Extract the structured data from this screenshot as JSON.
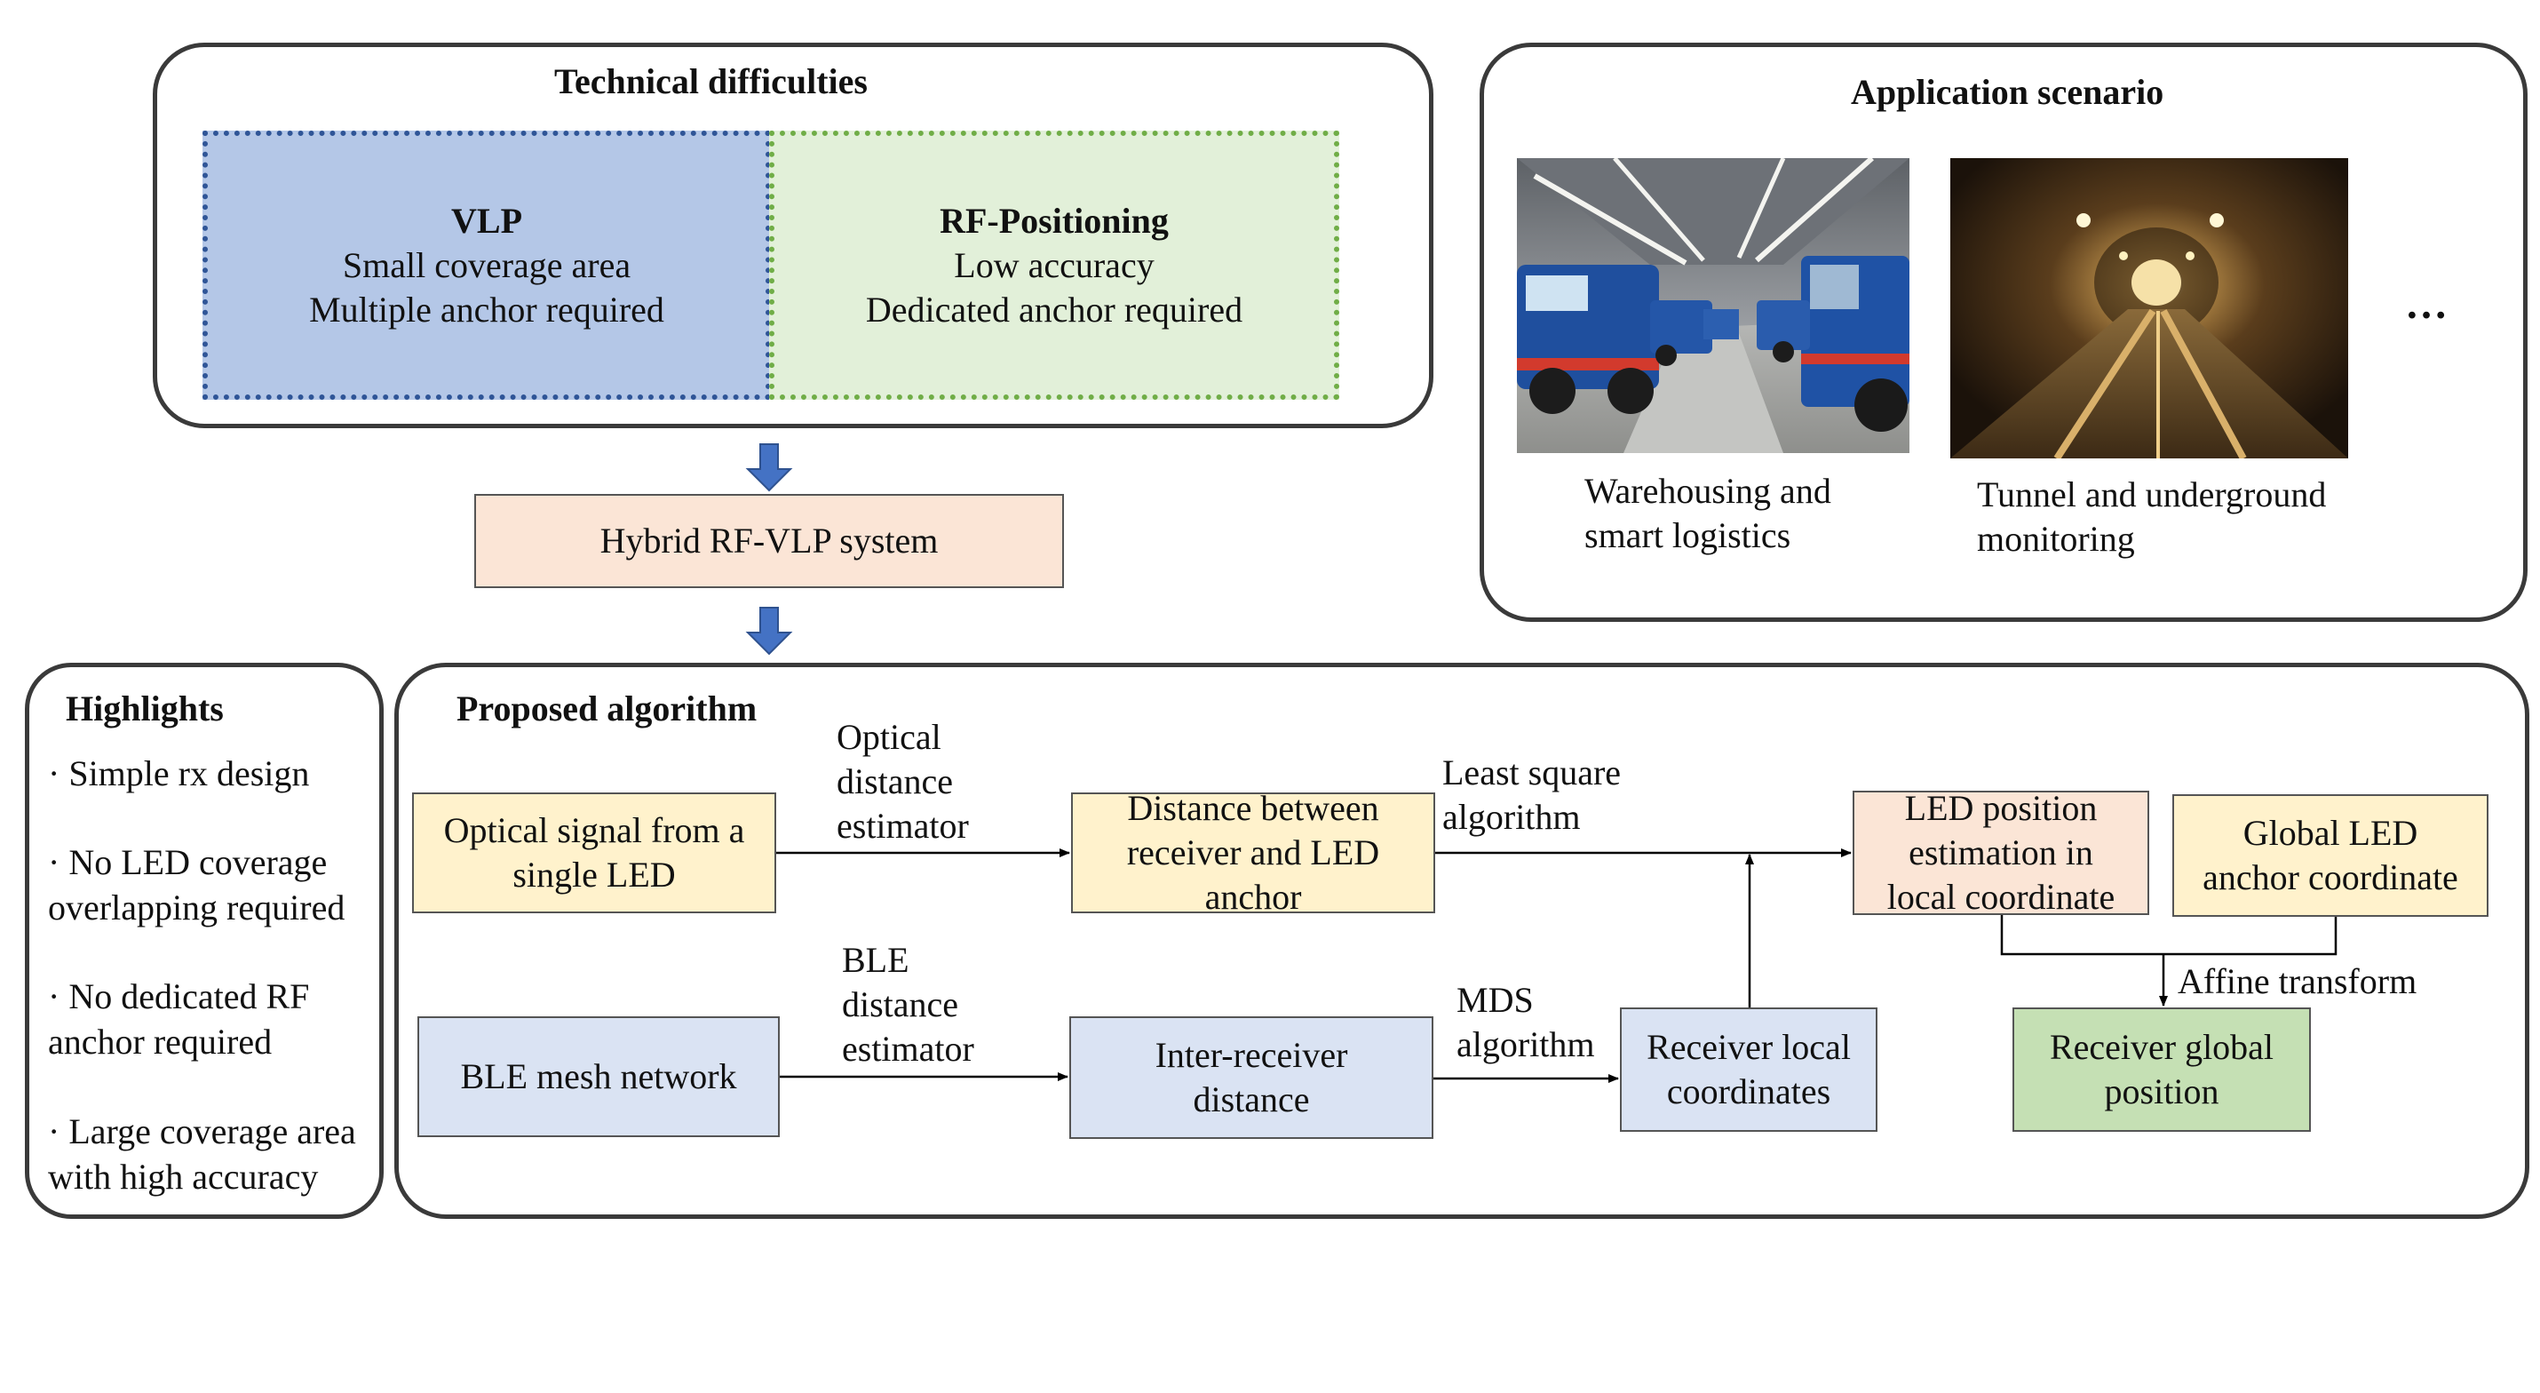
{
  "technical": {
    "title": "Technical difficulties",
    "vlp": {
      "title": "VLP",
      "line1": "Small coverage area",
      "line2": "Multiple anchor required"
    },
    "rf": {
      "title": "RF-Positioning",
      "line1": "Low accuracy",
      "line2": "Dedicated anchor required"
    }
  },
  "hybrid": {
    "label": "Hybrid RF-VLP system"
  },
  "application": {
    "title": "Application scenario",
    "warehouse": {
      "line1": "Warehousing and",
      "line2": "smart logistics"
    },
    "tunnel": {
      "line1": "Tunnel and underground",
      "line2": "monitoring"
    },
    "ellipsis": "…"
  },
  "highlights": {
    "title": "Highlights",
    "items": [
      {
        "line1": "· Simple rx design",
        "line2": ""
      },
      {
        "line1": "· No LED coverage",
        "line2": "overlapping required"
      },
      {
        "line1": "· No dedicated RF",
        "line2": "anchor required"
      },
      {
        "line1": "· Large coverage area",
        "line2": "with high accuracy"
      }
    ]
  },
  "algorithm": {
    "title": "Proposed algorithm",
    "boxes": {
      "optical_signal": {
        "line1": "Optical signal from a",
        "line2": "single LED"
      },
      "distance_led": {
        "line1": "Distance between",
        "line2": "receiver and LED",
        "line3": "anchor"
      },
      "led_position": {
        "line1": "LED position",
        "line2": "estimation in",
        "line3": "local coordinate"
      },
      "global_led": {
        "line1": "Global LED",
        "line2": "anchor coordinate"
      },
      "ble_mesh": {
        "line1": "BLE mesh network"
      },
      "inter_receiver": {
        "line1": "Inter-receiver",
        "line2": "distance"
      },
      "receiver_local": {
        "line1": "Receiver local",
        "line2": "coordinates"
      },
      "receiver_global": {
        "line1": "Receiver global",
        "line2": "position"
      }
    },
    "labels": {
      "optical_estimator": {
        "line1": "Optical",
        "line2": "distance",
        "line3": "estimator"
      },
      "least_square": {
        "line1": "Least square",
        "line2": "algorithm"
      },
      "ble_estimator": {
        "line1": "BLE",
        "line2": "distance",
        "line3": "estimator"
      },
      "mds": {
        "line1": "MDS",
        "line2": "algorithm"
      },
      "affine": {
        "line1": "Affine transform"
      }
    }
  },
  "colors": {
    "vlp_fill": "#b4c7e7",
    "vlp_border": "#2f5597",
    "rf_fill": "#e2f0d9",
    "rf_border": "#70ad47",
    "peach": "#fbe5d6",
    "yellow": "#fff2cc",
    "blue": "#dae3f3",
    "green": "#c5e0b4",
    "arrow_blue": "#4472c4",
    "panel_border": "#3a3a3a"
  }
}
